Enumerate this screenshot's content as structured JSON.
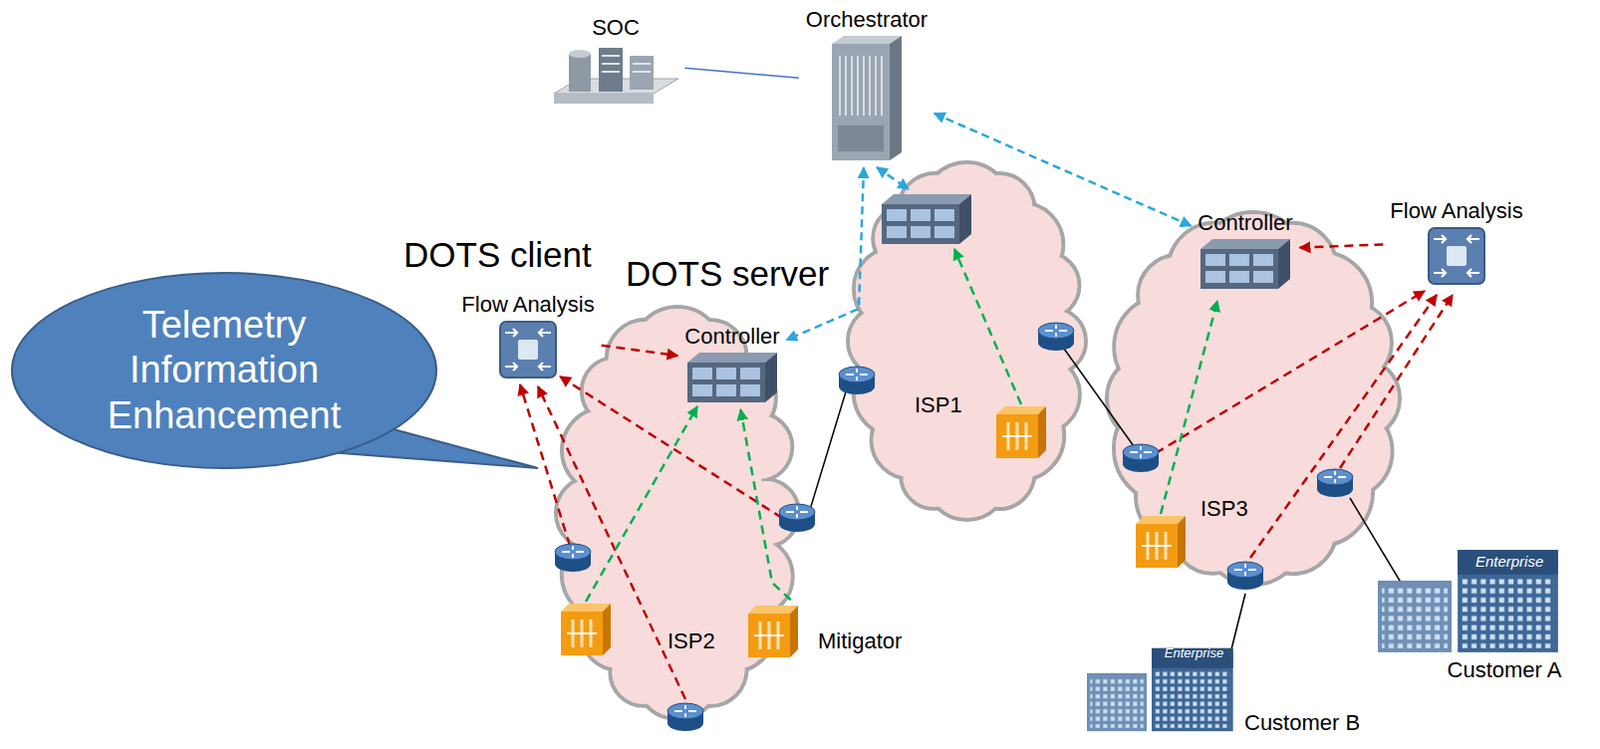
{
  "diagram": {
    "nodes": [
      {
        "text": [
          "SOC"
        ]
      },
      {
        "text": [
          "Orchestrator"
        ]
      },
      {
        "text": [
          "Flow Analysis"
        ]
      },
      {
        "text": [
          "Controller"
        ]
      },
      {
        "text": [
          "ISP2"
        ]
      },
      {
        "text": [
          "Mitigator"
        ],
        "in": 4
      },
      {
        "text": [
          "ISP1"
        ]
      },
      {
        "text": [
          "Controller"
        ]
      },
      {
        "text": [
          "Flow Analysis"
        ]
      },
      {
        "text": [
          "ISP3"
        ]
      },
      {
        "text": [
          "Enterprise",
          "Customer B"
        ]
      },
      {
        "text": [
          "Enterprise",
          "Customer A"
        ]
      },
      {
        "text": [
          "Telemetry Information Enhancement"
        ]
      }
    ],
    "edges": [
      {
        "from": 0,
        "to": 1,
        "arrow": "none"
      },
      {
        "from": 1,
        "to": 3,
        "arrow": "both"
      },
      {
        "from": 1,
        "to": 7,
        "arrow": "both"
      },
      {
        "from": 2,
        "to": 3,
        "arrow": "to"
      },
      {
        "from": 8,
        "to": 7,
        "arrow": "to"
      },
      {
        "from": 5,
        "to": 3,
        "arrow": "to"
      }
    ],
    "labels": [
      "DOTS client",
      "DOTS server"
    ]
  }
}
